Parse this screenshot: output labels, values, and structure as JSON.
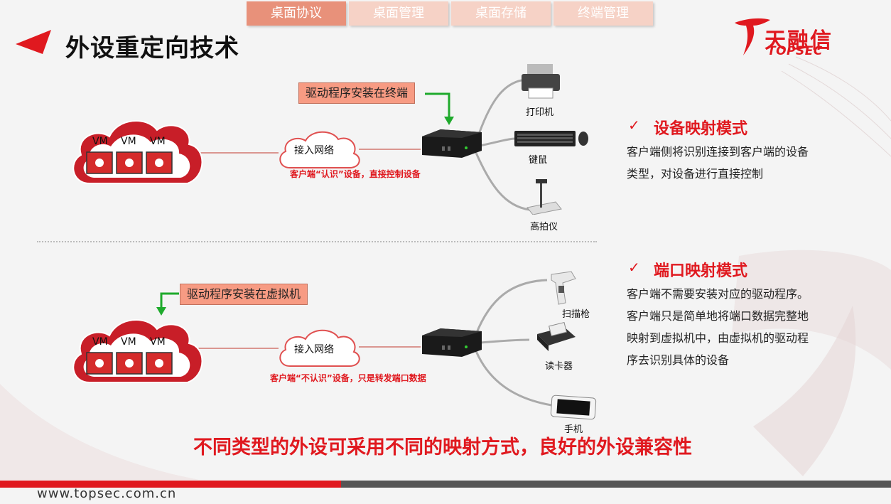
{
  "tabs": [
    {
      "label": "桌面协议",
      "active": true
    },
    {
      "label": "桌面管理",
      "active": false
    },
    {
      "label": "桌面存储",
      "active": false
    },
    {
      "label": "终端管理",
      "active": false
    }
  ],
  "title": "外设重定向技术",
  "logo": {
    "cn": "天融信",
    "en": "TOPSEC"
  },
  "colors": {
    "accent": "#e0191f",
    "tab_active": "#e8917a",
    "tab_inactive": "#f6d2c6",
    "callout": "#f79b83",
    "arrow": "#1faa2c"
  },
  "top_diagram": {
    "callout": "驱动程序安装在终端",
    "vm_labels": [
      "VM",
      "VM",
      "VM"
    ],
    "network": "接入网络",
    "caption": "客户端“认识”设备，直接控制设备",
    "devices": [
      {
        "label": "打印机",
        "icon": "printer-icon"
      },
      {
        "label": "键鼠",
        "icon": "keyboard-mouse-icon"
      },
      {
        "label": "高拍仪",
        "icon": "document-camera-icon"
      }
    ]
  },
  "bottom_diagram": {
    "callout": "驱动程序安装在虚拟机",
    "vm_labels": [
      "VM",
      "VM",
      "VM"
    ],
    "network": "接入网络",
    "caption": "客户端“不认识”设备，只是转发端口数据",
    "devices": [
      {
        "label": "扫描枪",
        "icon": "barcode-scanner-icon"
      },
      {
        "label": "读卡器",
        "icon": "card-reader-icon"
      },
      {
        "label": "手机",
        "icon": "smartphone-icon"
      }
    ]
  },
  "modes": [
    {
      "check": "✓",
      "title": "设备映射模式",
      "description": [
        "客户端侧将识别连接到客户端的设备",
        "类型，对设备进行直接控制"
      ]
    },
    {
      "check": "✓",
      "title": "端口映射模式",
      "description": [
        "客户端不需要安装对应的驱动程序。",
        "客户端只是简单地将端口数据完整地",
        "映射到虚拟机中，由虚拟机的驱动程",
        "序去识别具体的设备"
      ]
    }
  ],
  "summary": "不同类型的外设可采用不同的映射方式，良好的外设兼容性",
  "footer": {
    "url": "www.topsec.com.cn"
  }
}
